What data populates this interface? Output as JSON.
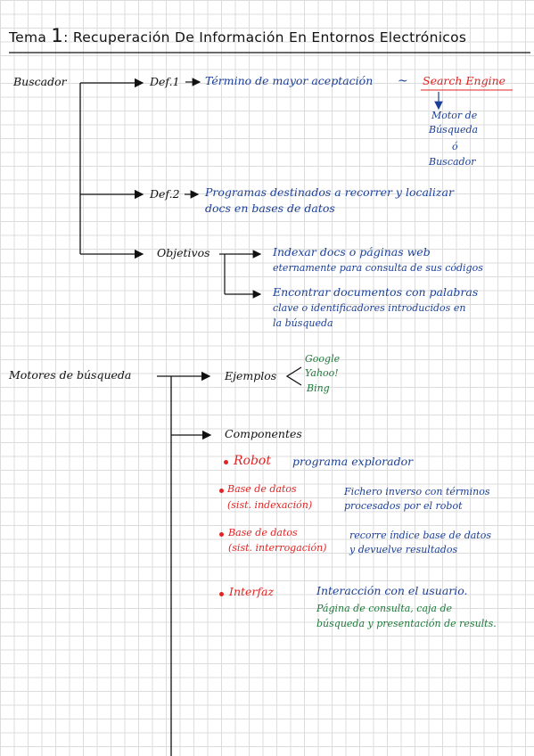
{
  "title": {
    "prefix": "Tema",
    "number": "1",
    "text": ": Recuperación De Información En Entornos Electrónicos"
  },
  "buscador": {
    "label": "Buscador",
    "def1": {
      "label": "Def.1",
      "text": "Término de mayor aceptación",
      "tilde": "~",
      "search_engine": "Search Engine",
      "motor_line1": "Motor de",
      "motor_line2": "Búsqueda",
      "or": "ó",
      "buscador": "Buscador"
    },
    "def2": {
      "label": "Def.2",
      "line1": "Programas destinados a recorrer y localizar",
      "line2": "docs en bases de datos"
    },
    "objetivos": {
      "label": "Objetivos",
      "o1_line1": "Indexar docs o páginas web",
      "o1_line2": "eternamente para consulta de sus códigos",
      "o2_line1": "Encontrar documentos con palabras",
      "o2_line2": "clave o identificadores introducidos en",
      "o2_line3": "la búsqueda"
    }
  },
  "motores": {
    "label": "Motores de búsqueda",
    "ejemplos": {
      "label": "Ejemplos",
      "items": [
        "Google",
        "Yahoo!",
        "Bing"
      ]
    },
    "componentes": {
      "label": "Componentes",
      "robot": {
        "name": "Robot",
        "desc": "programa explorador"
      },
      "bd1": {
        "name_line1": "Base de datos",
        "name_line2": "(sist. indexación)",
        "desc_line1": "Fichero inverso con términos",
        "desc_line2": "procesados por el robot"
      },
      "bd2": {
        "name_line1": "Base de datos",
        "name_line2": "(sist. interrogación)",
        "desc_line1": "recorre índice base de datos",
        "desc_line2": "y devuelve resultados"
      },
      "interfaz": {
        "name": "Interfaz",
        "desc_line1": "Interacción con el usuario.",
        "desc_line2": "Página de consulta, caja de",
        "desc_line3": "búsqueda y presentación de results."
      }
    }
  },
  "colors": {
    "ink": "#111111",
    "blue": "#1b3f96",
    "red": "#e02424",
    "green": "#1f7a3b"
  }
}
